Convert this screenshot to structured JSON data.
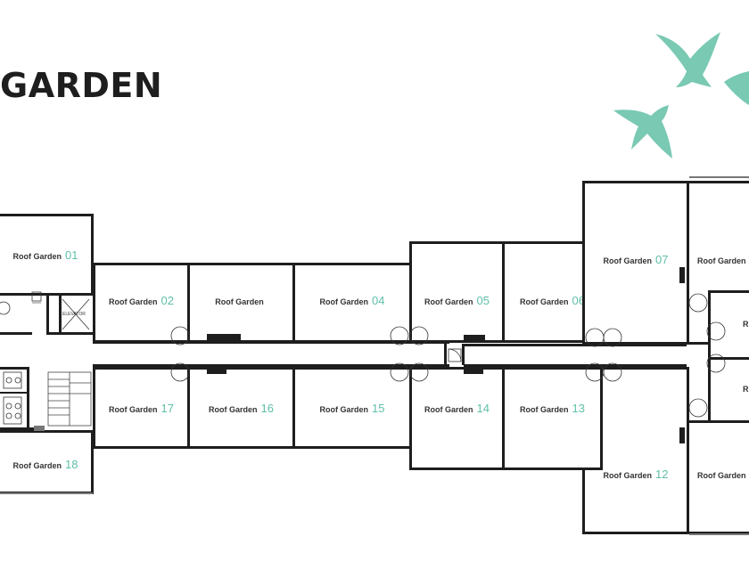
{
  "title": "GARDEN",
  "colors": {
    "accent": "#5fbfa8",
    "wall": "#1e1e1e",
    "bird": "#79c9b3"
  },
  "labels": {
    "elevator": "ELEVATOR"
  },
  "rooms": [
    {
      "id": "01",
      "name": "Roof Garden",
      "number": "01"
    },
    {
      "id": "02",
      "name": "Roof Garden",
      "number": "02"
    },
    {
      "id": "03",
      "name": "Roof Garden",
      "number": ""
    },
    {
      "id": "04",
      "name": "Roof Garden",
      "number": "04"
    },
    {
      "id": "05",
      "name": "Roof Garden",
      "number": "05"
    },
    {
      "id": "06",
      "name": "Roof Garden",
      "number": "06"
    },
    {
      "id": "07",
      "name": "Roof Garden",
      "number": "07"
    },
    {
      "id": "08",
      "name": "Roof Garden",
      "number": ""
    },
    {
      "id": "09",
      "name": "R",
      "number": ""
    },
    {
      "id": "10",
      "name": "R",
      "number": ""
    },
    {
      "id": "11",
      "name": "Roof Garden",
      "number": ""
    },
    {
      "id": "12",
      "name": "Roof Garden",
      "number": "12"
    },
    {
      "id": "13",
      "name": "Roof Garden",
      "number": "13"
    },
    {
      "id": "14",
      "name": "Roof Garden",
      "number": "14"
    },
    {
      "id": "15",
      "name": "Roof Garden",
      "number": "15"
    },
    {
      "id": "16",
      "name": "Roof Garden",
      "number": "16"
    },
    {
      "id": "17",
      "name": "Roof Garden",
      "number": "17"
    },
    {
      "id": "18",
      "name": "Roof Garden",
      "number": "18"
    }
  ]
}
